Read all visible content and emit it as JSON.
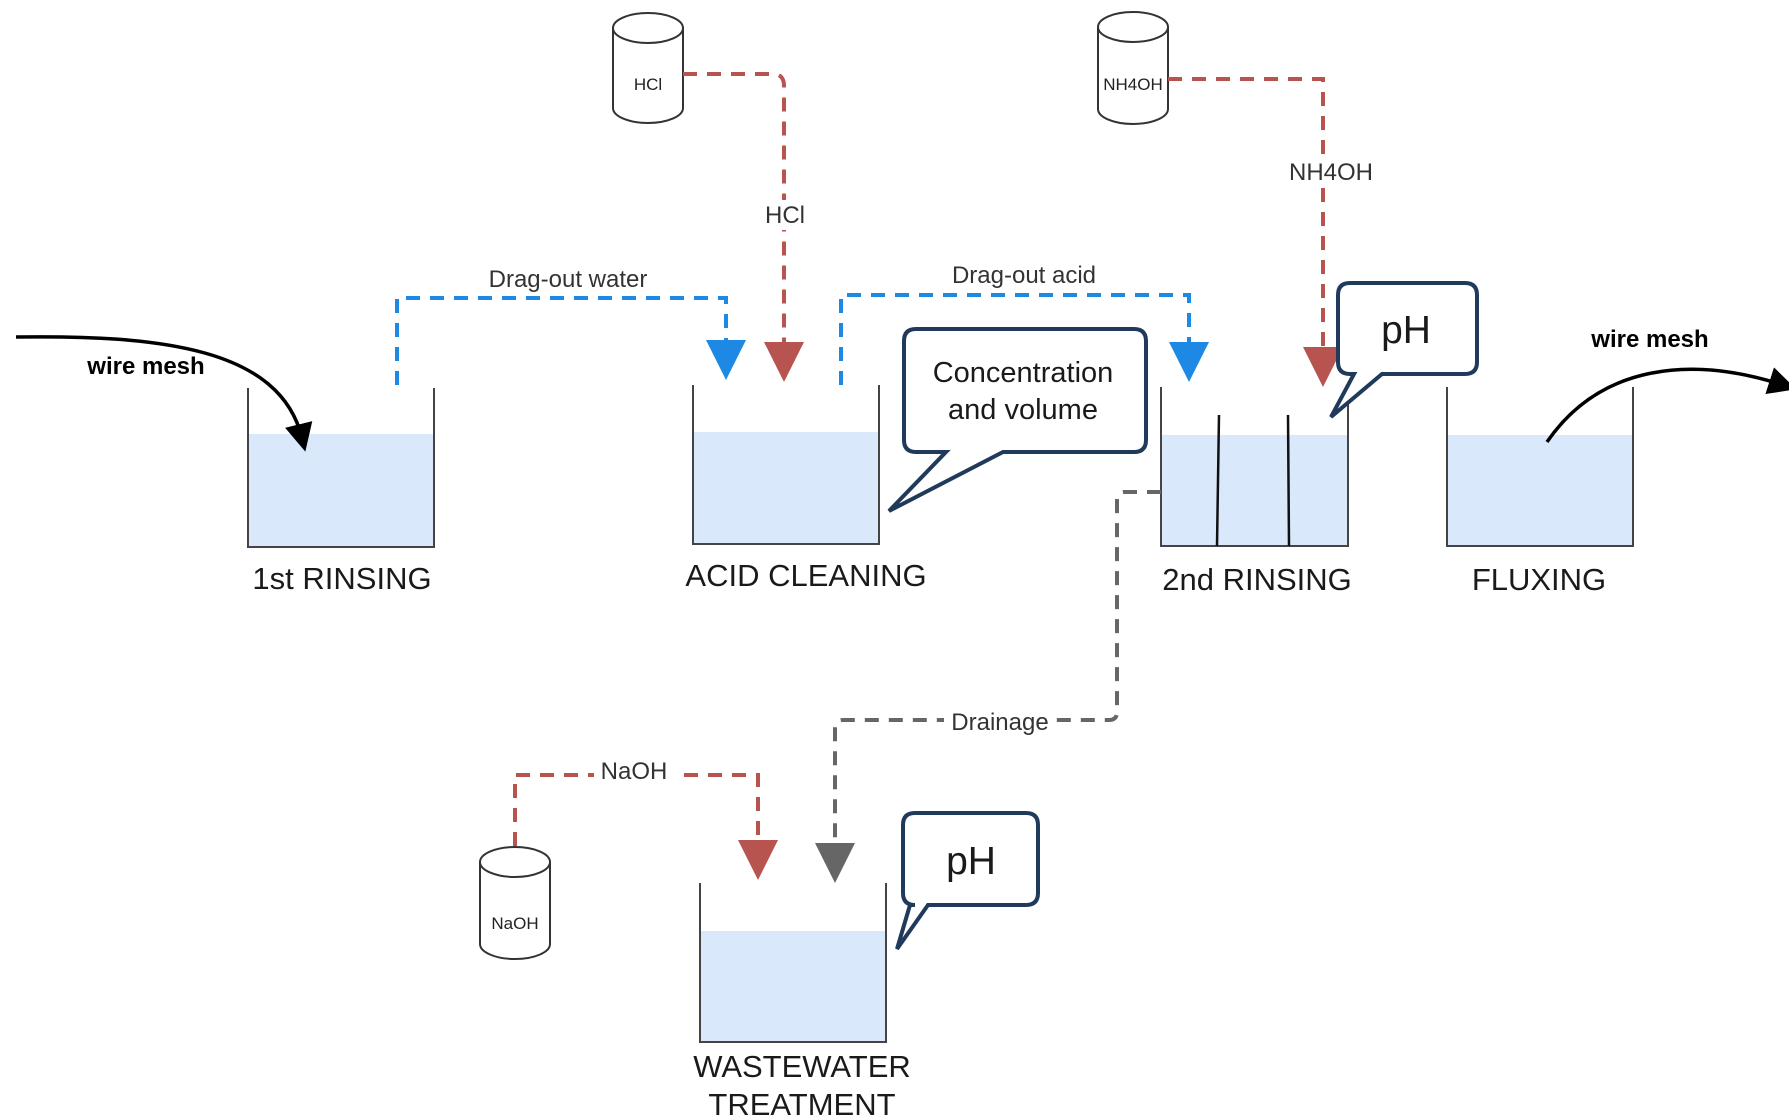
{
  "tanks": {
    "rinsing1": "1st RINSING",
    "acid_cleaning": "ACID CLEANING",
    "rinsing2": "2nd RINSING",
    "fluxing": "FLUXING",
    "wastewater_line1": "WASTEWATER",
    "wastewater_line2": "TREATMENT"
  },
  "drums": {
    "hcl": "HCl",
    "nh4oh": "NH4OH",
    "naoh": "NaOH"
  },
  "flows": {
    "dragout_water": "Drag-out water",
    "dragout_acid": "Drag-out acid",
    "hcl": "HCl",
    "nh4oh": "NH4OH",
    "naoh": "NaOH",
    "drainage": "Drainage"
  },
  "material": {
    "in": "wire mesh",
    "out": "wire mesh"
  },
  "callouts": {
    "concentration_line1": "Concentration",
    "concentration_line2": "and volume",
    "ph_rinsing": "pH",
    "ph_wastewater": "pH"
  },
  "colors": {
    "water_fill": "#dae8fc",
    "water_flow": "#1e88e5",
    "chemical_flow": "#b85450",
    "drainage_flow": "#666666",
    "callout_border": "#1f3a5a"
  }
}
